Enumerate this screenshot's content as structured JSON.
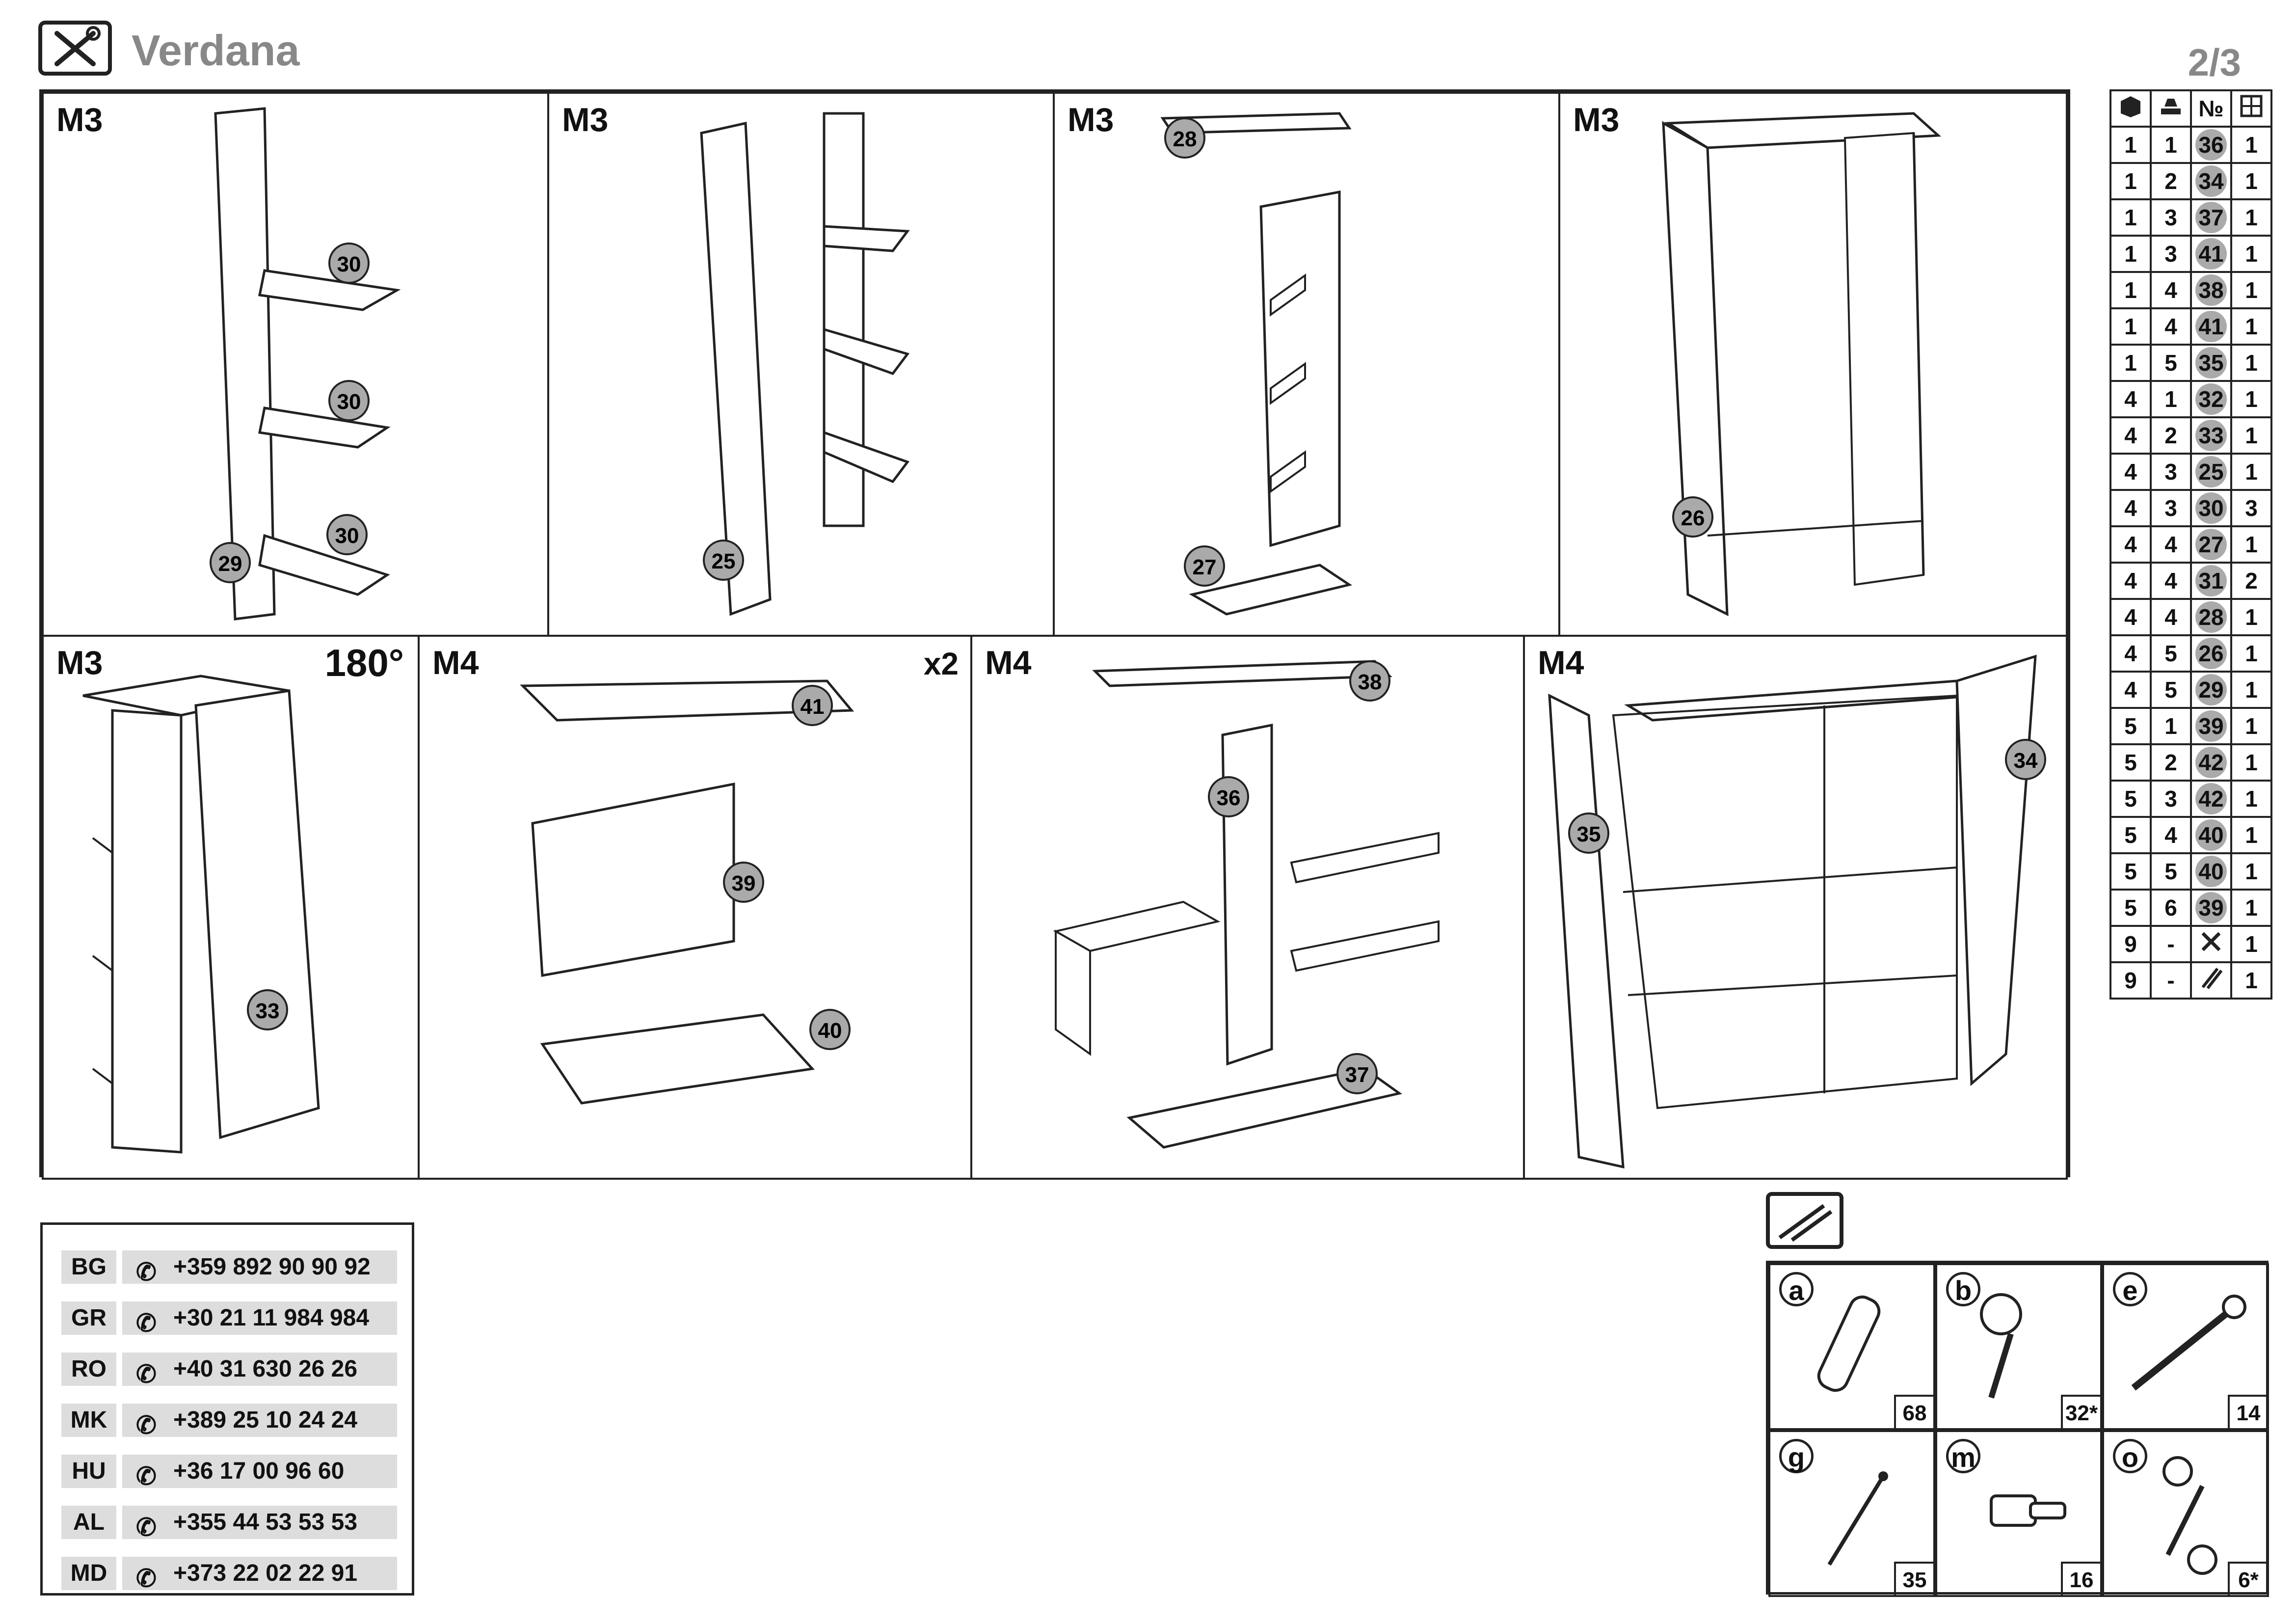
{
  "header": {
    "brand": "Verdana",
    "page": "2/3"
  },
  "panels": [
    {
      "label": "M3",
      "parts": [
        "30",
        "30",
        "30",
        "29"
      ]
    },
    {
      "label": "M3",
      "parts": [
        "25"
      ]
    },
    {
      "label": "M3",
      "parts": [
        "28",
        "27"
      ]
    },
    {
      "label": "M3",
      "parts": [
        "26"
      ]
    },
    {
      "label": "M3",
      "rotation": "180°",
      "parts": [
        "33"
      ]
    },
    {
      "label": "M4",
      "count": "x2",
      "parts": [
        "41",
        "39",
        "40"
      ]
    },
    {
      "label": "M4",
      "parts": [
        "38",
        "36",
        "37"
      ]
    },
    {
      "label": "M4",
      "parts": [
        "35",
        "34"
      ]
    }
  ],
  "parts_table": [
    [
      "1",
      "1",
      "36",
      "1"
    ],
    [
      "1",
      "2",
      "34",
      "1"
    ],
    [
      "1",
      "3",
      "37",
      "1"
    ],
    [
      "1",
      "3",
      "41",
      "1"
    ],
    [
      "1",
      "4",
      "38",
      "1"
    ],
    [
      "1",
      "4",
      "41",
      "1"
    ],
    [
      "1",
      "5",
      "35",
      "1"
    ],
    [
      "4",
      "1",
      "32",
      "1"
    ],
    [
      "4",
      "2",
      "33",
      "1"
    ],
    [
      "4",
      "3",
      "25",
      "1"
    ],
    [
      "4",
      "3",
      "30",
      "3"
    ],
    [
      "4",
      "4",
      "27",
      "1"
    ],
    [
      "4",
      "4",
      "31",
      "2"
    ],
    [
      "4",
      "4",
      "28",
      "1"
    ],
    [
      "4",
      "5",
      "26",
      "1"
    ],
    [
      "4",
      "5",
      "29",
      "1"
    ],
    [
      "5",
      "1",
      "39",
      "1"
    ],
    [
      "5",
      "2",
      "42",
      "1"
    ],
    [
      "5",
      "3",
      "42",
      "1"
    ],
    [
      "5",
      "4",
      "40",
      "1"
    ],
    [
      "5",
      "5",
      "40",
      "1"
    ],
    [
      "5",
      "6",
      "39",
      "1"
    ],
    [
      "9",
      "-",
      "tools",
      "1"
    ],
    [
      "9",
      "-",
      "hardware",
      "1"
    ]
  ],
  "parts_header": {
    "col3": "№"
  },
  "phones": [
    {
      "code": "BG",
      "number": "+359 892 90 90 92"
    },
    {
      "code": "GR",
      "number": "+30 21 11 984 984"
    },
    {
      "code": "RO",
      "number": "+40 31 630 26 26"
    },
    {
      "code": "MK",
      "number": "+389 25 10 24 24"
    },
    {
      "code": "HU",
      "number": "+36 17 00 96 60"
    },
    {
      "code": "AL",
      "number": "+355 44 53 53 53"
    },
    {
      "code": "MD",
      "number": "+373 22 02 22 91"
    }
  ],
  "hardware": [
    {
      "letter": "a",
      "qty": "68"
    },
    {
      "letter": "b",
      "qty": "32*"
    },
    {
      "letter": "e",
      "qty": "14"
    },
    {
      "letter": "g",
      "qty": "35"
    },
    {
      "letter": "m",
      "qty": "16"
    },
    {
      "letter": "o",
      "qty": "6*"
    }
  ]
}
